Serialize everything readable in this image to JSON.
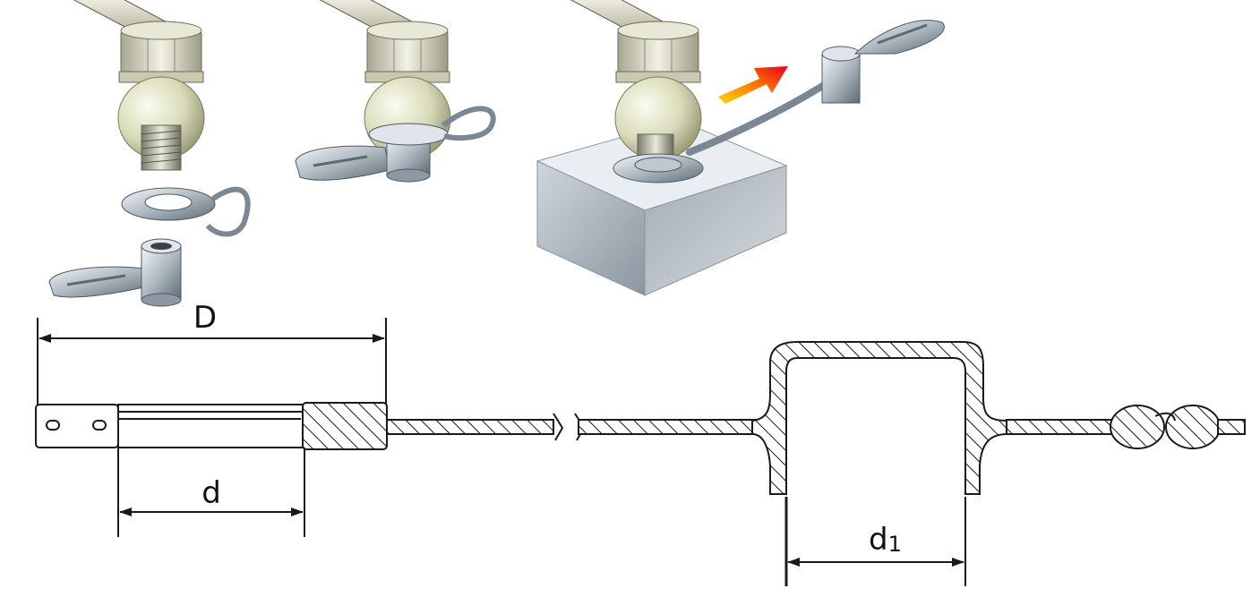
{
  "labels": {
    "outer_diameter": "D",
    "inner_diameter": "d",
    "cap_diameter_main": "d",
    "cap_diameter_sub": "1"
  },
  "colors": {
    "metal_light": "#e6ebef",
    "metal_dark": "#7f8a94",
    "ball": "#d9dcc0",
    "block_top": "#e9eef2",
    "block_front": "#b9c2ca",
    "arrow_start": "#ffcc00",
    "arrow_end": "#e8001c",
    "line": "#1a1a1a"
  },
  "icons": [
    "bolt-ball-joint-icon",
    "wing-nut-tag-icon",
    "cut-break-icon",
    "direction-arrow-icon"
  ]
}
